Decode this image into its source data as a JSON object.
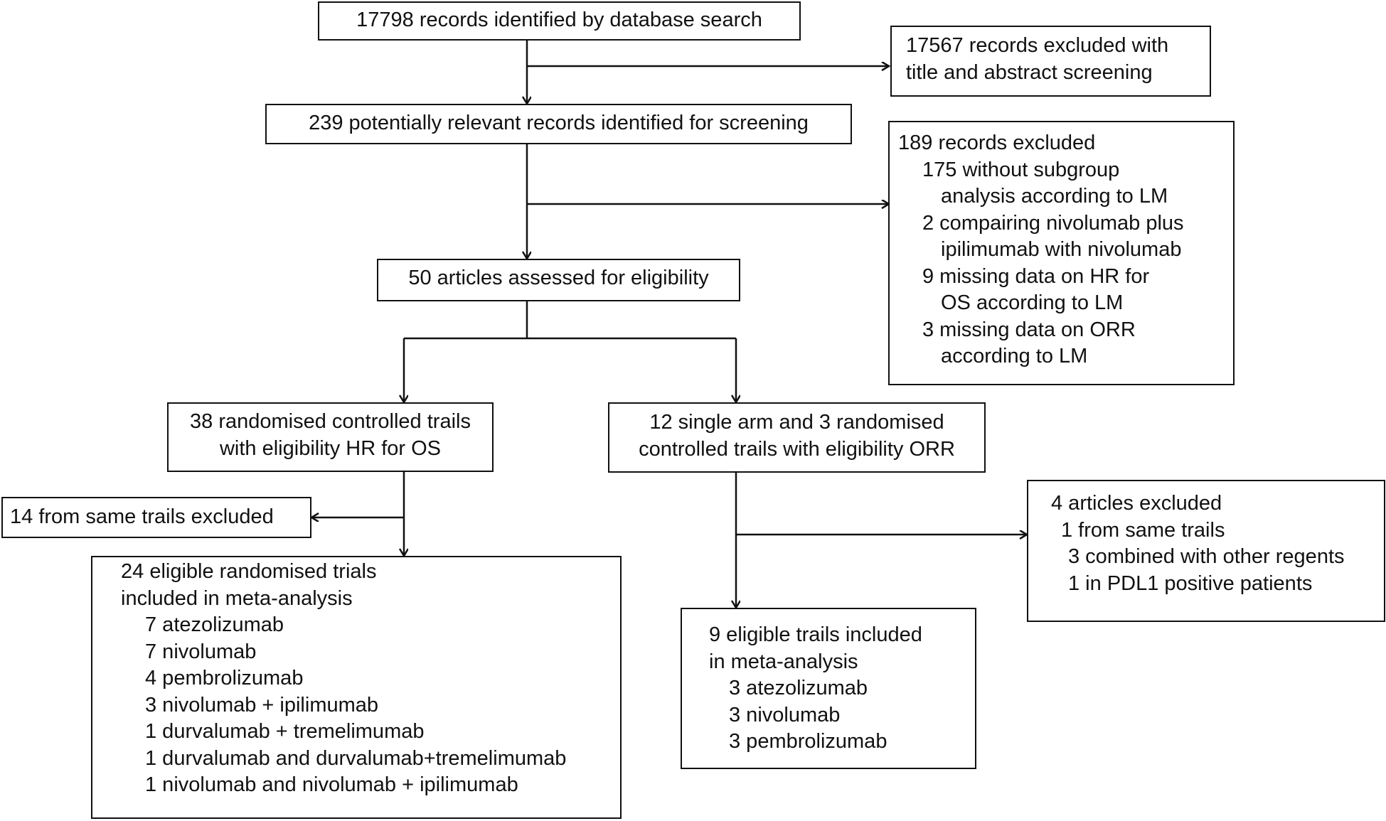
{
  "identified": {
    "text": "17798 records  identified by database search"
  },
  "excluded_title_abstract": {
    "lines": [
      "17567 records excluded with",
      "title and abstract screening"
    ]
  },
  "screening": {
    "text": "239 potentially relevant records identified for screening"
  },
  "excluded_189": {
    "title": "189 records excluded",
    "items": [
      {
        "first": "175 without subgroup",
        "cont": "analysis according to LM"
      },
      {
        "first": "2  compairing nivolumab plus",
        "cont": "ipilimumab with nivolumab"
      },
      {
        "first": "9 missing data on HR for",
        "cont": "OS according to LM"
      },
      {
        "first": "3 missing data on ORR",
        "cont": "according to LM"
      }
    ]
  },
  "eligibility": {
    "text": "50 articles assessed for eligibility"
  },
  "rct_box": {
    "lines": [
      "38 randomised controlled trails",
      "with eligibility  HR  for OS"
    ]
  },
  "single_arm_box": {
    "lines": [
      "12 single arm  and 3 randomised",
      "controlled trails  with eligibility ORR"
    ]
  },
  "same_trials_excluded": {
    "text": "14  from same  trails excluded"
  },
  "rct_included": {
    "lines": [
      "24 eligible randomised trials",
      "included in meta-analysis"
    ],
    "items": [
      "7 atezolizumab",
      "7 nivolumab",
      "4 pembrolizumab",
      "3 nivolumab + ipilimumab",
      "1 durvalumab + tremelimumab",
      "1 durvalumab and durvalumab+tremelimumab",
      "1 nivolumab  and nivolumab + ipilimumab"
    ]
  },
  "articles_excluded": {
    "title": "4 articles excluded",
    "items": [
      "1 from same trails",
      "3  combined with other regents",
      "1  in PDL1 positive patients"
    ]
  },
  "orr_included": {
    "lines": [
      "9 eligible  trails  included",
      "in meta-analysis"
    ],
    "items": [
      "3 atezolizumab",
      "3 nivolumab",
      "3 pembrolizumab"
    ]
  }
}
